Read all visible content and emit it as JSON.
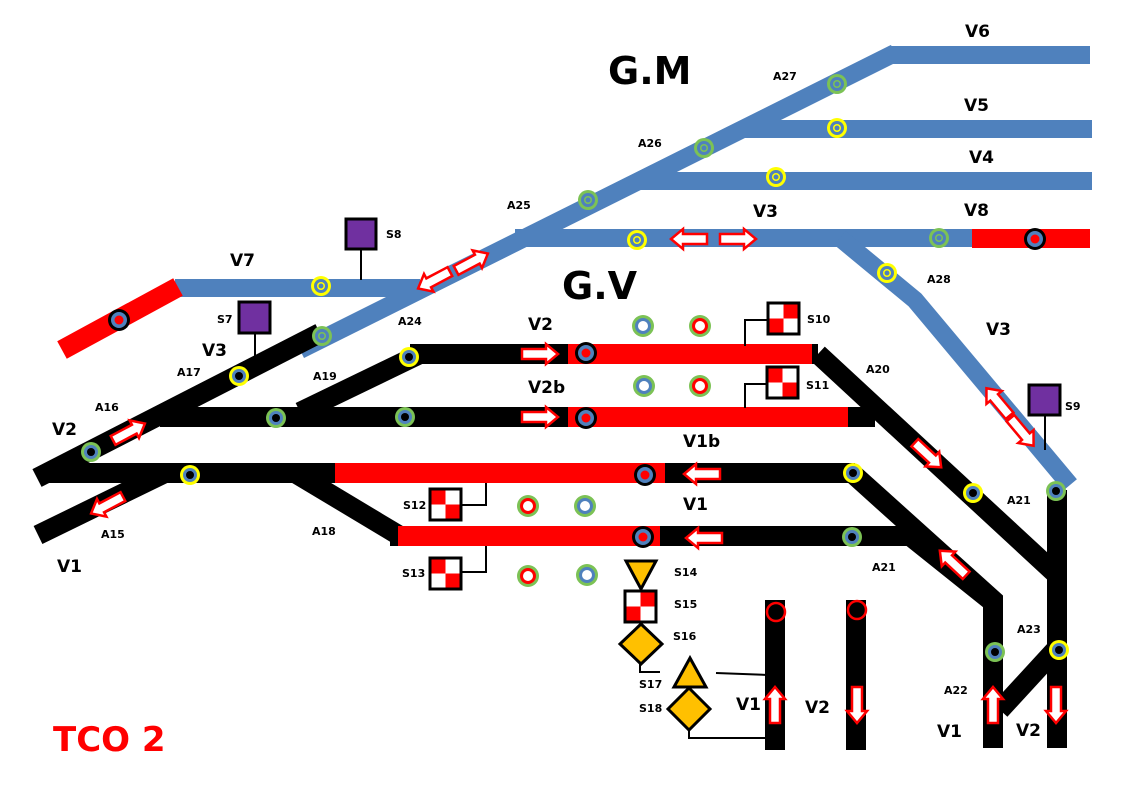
{
  "title": "TCO 2",
  "colors": {
    "blue_track": "#4f81bd",
    "black_track": "#000000",
    "occupied": "#ff0000",
    "yellow_ring": "#ffff00",
    "green_ring": "#7cc255",
    "purple_signal": "#7030a0",
    "orange_signal": "#ffc000",
    "title": "#ff0000"
  },
  "zones": {
    "gm": "G.M",
    "gv": "G.V"
  },
  "tracks": {
    "V1_left": "V1",
    "V2_left": "V2",
    "V3_left": "V3",
    "V7": "V7",
    "V2_main": "V2",
    "V2b": "V2b",
    "V1b": "V1b",
    "V1_main": "V1",
    "V3_top": "V3",
    "V4": "V4",
    "V5": "V5",
    "V6": "V6",
    "V8": "V8",
    "V3_right": "V3",
    "V1_stub": "V1",
    "V2_stub": "V2",
    "V1_bottom": "V1",
    "V2_bottom": "V2"
  },
  "switches": {
    "A15": "A15",
    "A16": "A16",
    "A17": "A17",
    "A18": "A18",
    "A19": "A19",
    "A20": "A20",
    "A21a": "A21",
    "A21b": "A21",
    "A22": "A22",
    "A23": "A23",
    "A24": "A24",
    "A25": "A25",
    "A26": "A26",
    "A27": "A27",
    "A28": "A28"
  },
  "signals": {
    "S7": "S7",
    "S8": "S8",
    "S9": "S9",
    "S10": "S10",
    "S11": "S11",
    "S12": "S12",
    "S13": "S13",
    "S14": "S14",
    "S15": "S15",
    "S16": "S16",
    "S17": "S17",
    "S18": "S18"
  }
}
